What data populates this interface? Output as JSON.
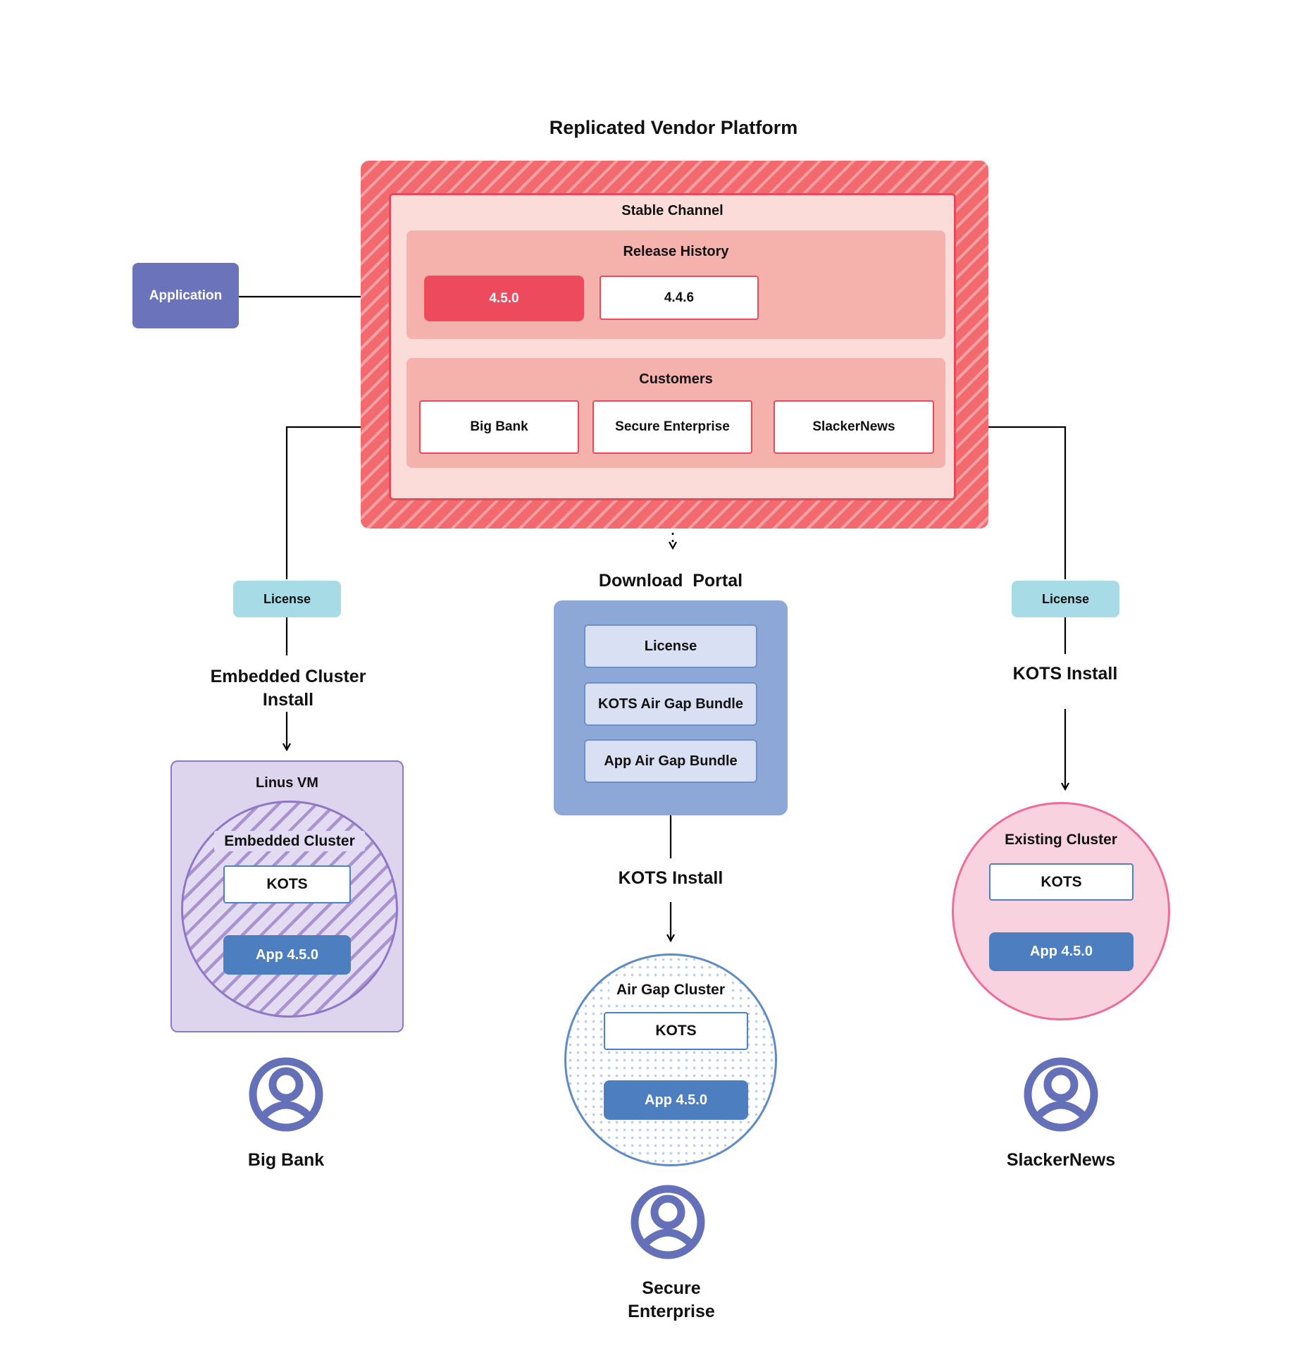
{
  "title": "Replicated Vendor Platform",
  "colors": {
    "platform_stripe_red": "#f2696e",
    "platform_stripe_light": "#f7a1a4",
    "stable_channel_fill": "#fbdcd8",
    "stable_channel_border": "#e8485a",
    "section_fill": "#f5b1ab",
    "release_highlight_fill": "#ee4a5e",
    "application_fill": "#6b74bb",
    "license_fill": "#a7dbe5",
    "portal_fill": "#8da8d6",
    "portal_item_fill": "#dae0f3",
    "portal_item_border": "#6f8fcb",
    "vm_fill": "#ddd4ed",
    "vm_border": "#8a79c9",
    "embedded_stripe": "#ab92d1",
    "kots_border": "#4d80c0",
    "app_fill": "#4d7fc0",
    "existing_cluster_fill": "#f8d2de",
    "existing_cluster_border": "#ee6d97",
    "airgap_border": "#5e8bc6",
    "airgap_dot": "#b9cfe9",
    "persona_icon": "#6470b8",
    "connector": "#000000"
  },
  "platform": {
    "stable_channel_label": "Stable Channel",
    "release_history_label": "Release History",
    "releases": [
      "4.5.0",
      "4.4.6"
    ],
    "customers_label": "Customers",
    "customers": [
      "Big Bank",
      "Secure Enterprise",
      "SlackerNews"
    ]
  },
  "application_label": "Application",
  "left_flow": {
    "license_label": "License",
    "install_label": "Embedded Cluster Install",
    "vm_label": "Linus VM",
    "cluster_label": "Embedded Cluster",
    "kots_label": "KOTS",
    "app_label": "App 4.5.0",
    "persona": "Big Bank"
  },
  "download_portal": {
    "title": "Download  Portal",
    "items": [
      "License",
      "KOTS Air Gap Bundle",
      "App Air Gap Bundle"
    ],
    "install_label": "KOTS Install",
    "cluster_label": "Air Gap Cluster",
    "kots_label": "KOTS",
    "app_label": "App 4.5.0",
    "persona": "Secure Enterprise"
  },
  "right_flow": {
    "license_label": "License",
    "install_label": "KOTS Install",
    "cluster_label": "Existing Cluster",
    "kots_label": "KOTS",
    "app_label": "App 4.5.0",
    "persona": "SlackerNews"
  }
}
